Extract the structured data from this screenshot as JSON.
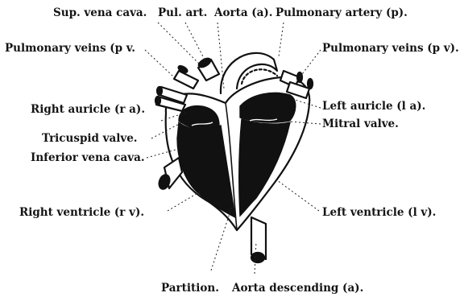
{
  "labels": {
    "sup_vena_cava": "Sup. vena cava.",
    "pul_art": "Pul. art.",
    "aorta": "Aorta (a).",
    "pulmonary_artery": "Pulmonary artery (p).",
    "pulmonary_veins_left": "Pulmonary veins (p v.",
    "pulmonary_veins_right": "Pulmonary veins (p v).",
    "right_auricle": "Right auricle (r a).",
    "left_auricle": "Left auricle (l a).",
    "mitral_valve": "Mitral valve.",
    "tricuspid_valve": "Tricuspid valve.",
    "inferior_vena_cava": "Inferior vena cava.",
    "right_ventricle": "Right ventricle (r v).",
    "left_ventricle": "Left ventricle (l v).",
    "partition": "Partition.",
    "aorta_descending": "Aorta descending (a)."
  }
}
